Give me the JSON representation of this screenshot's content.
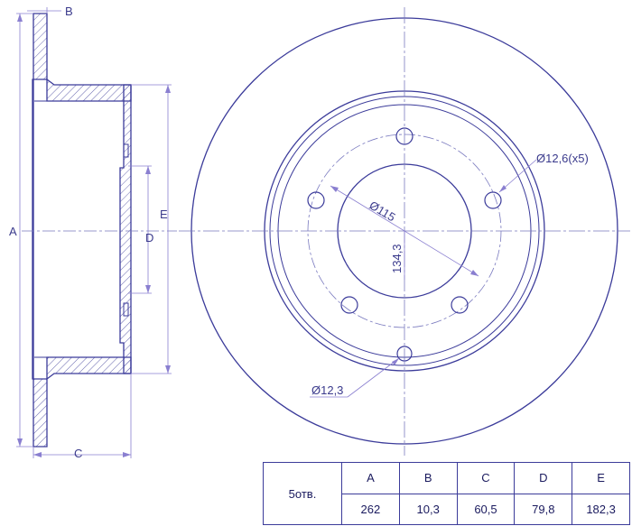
{
  "labels": {
    "A": "A",
    "B": "B",
    "C": "C",
    "D": "D",
    "E": "E",
    "pcd": "Ø115",
    "radial": "134,3",
    "bolt_holes": "Ø12,6(x5)",
    "small_hole": "Ø12,3"
  },
  "table": {
    "holes": "5отв.",
    "headers": [
      "A",
      "B",
      "C",
      "D",
      "E"
    ],
    "values": [
      "262",
      "10,3",
      "60,5",
      "79,8",
      "182,3"
    ]
  },
  "colors": {
    "line": "#3b3b9a",
    "hatch": "#6a6ab0",
    "center": "#7a7abf",
    "dim_line": "#8a7fd0",
    "text": "#1a1a5e"
  }
}
